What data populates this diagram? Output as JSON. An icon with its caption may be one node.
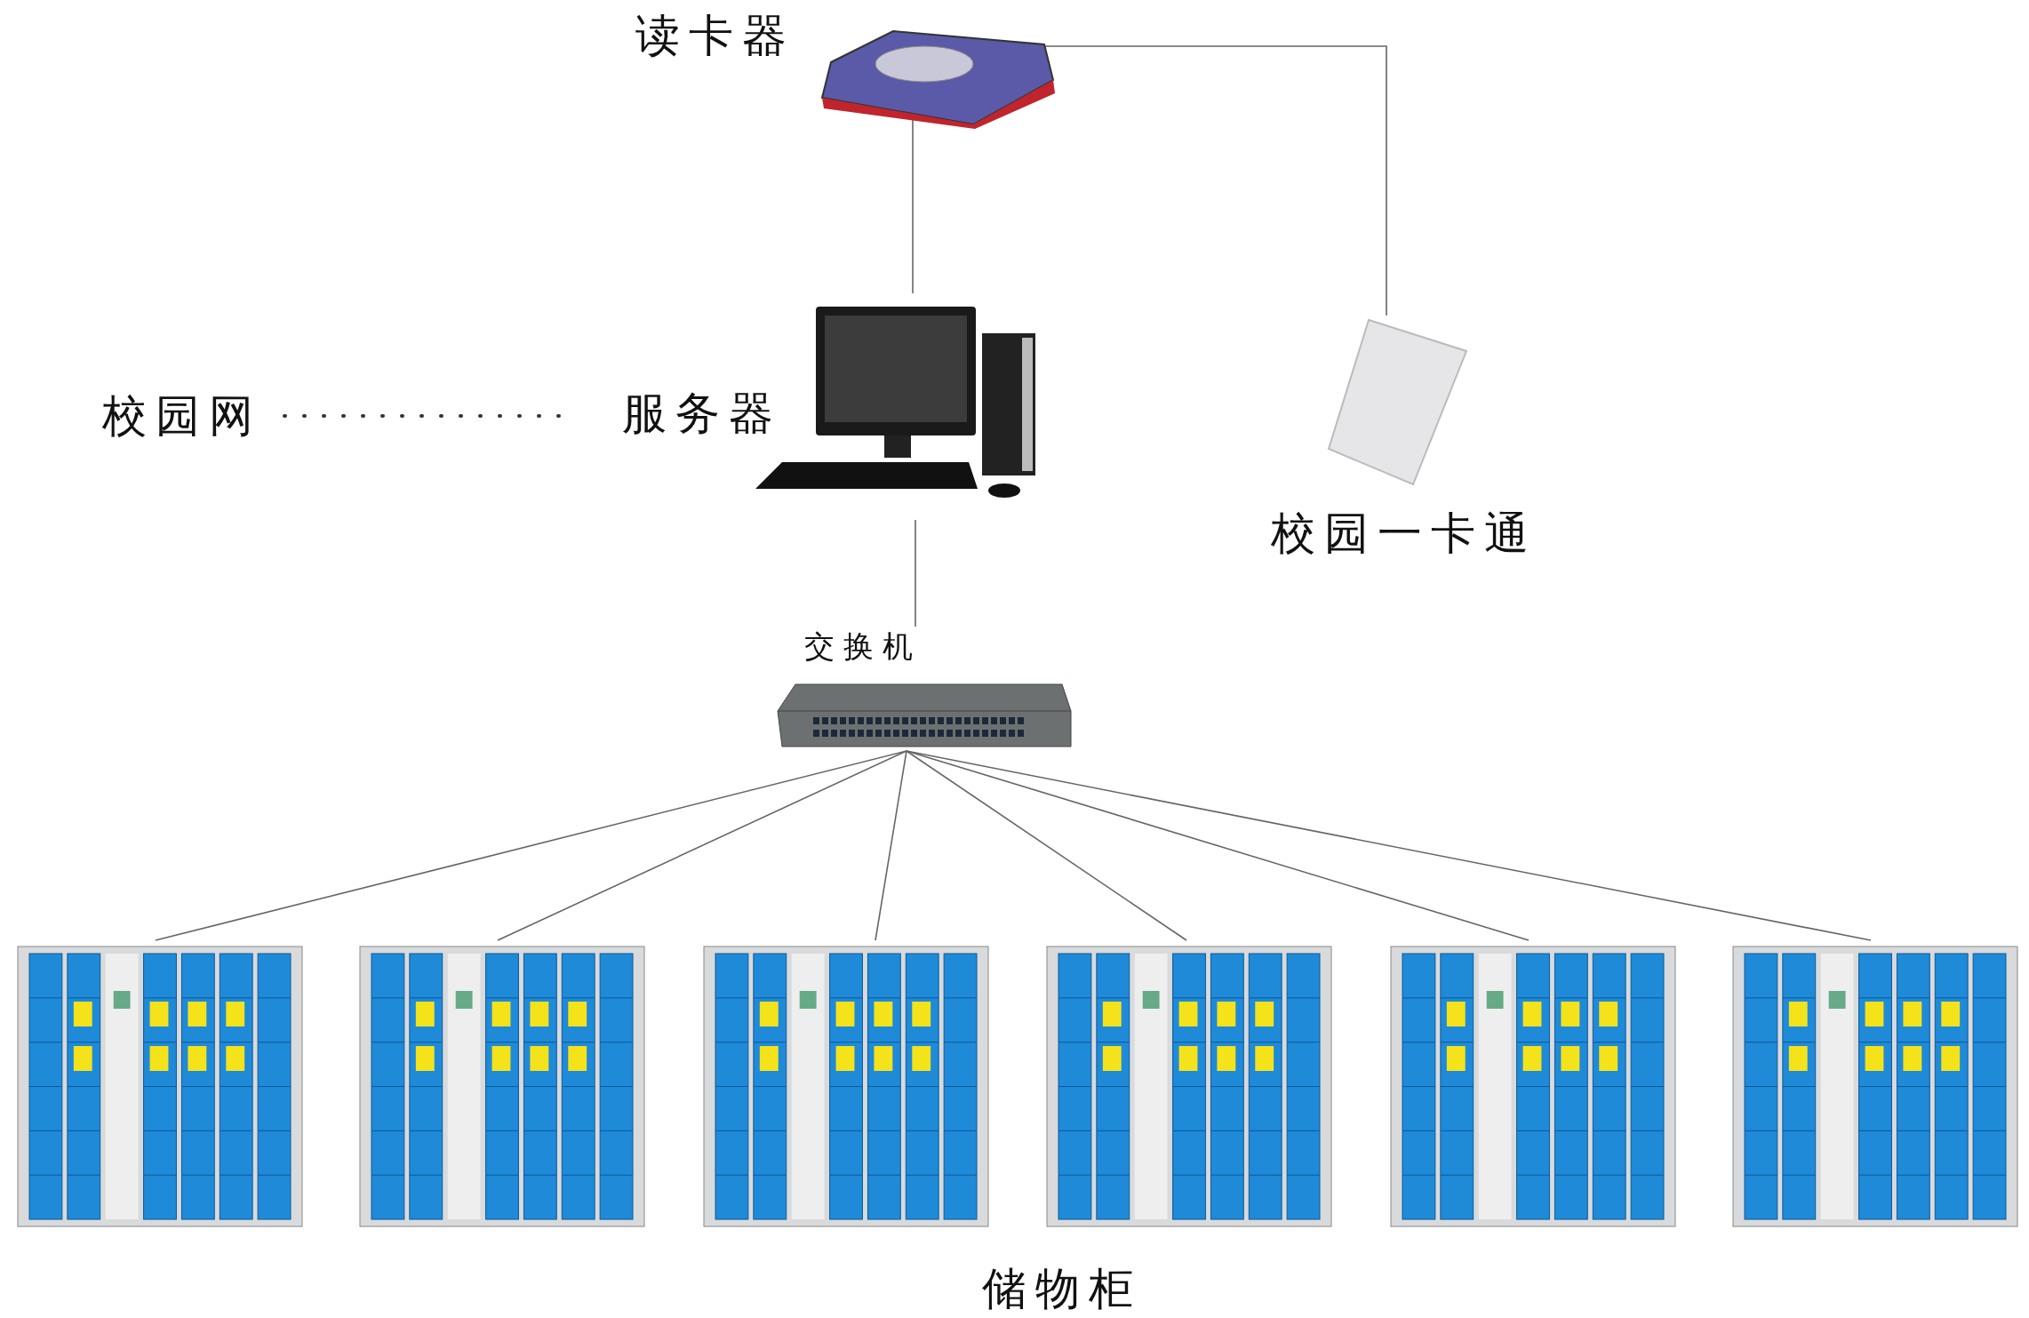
{
  "diagram": {
    "nodes": [
      {
        "text": [
          "读卡器"
        ]
      },
      {
        "text": [
          "服务器"
        ]
      },
      {
        "text": [
          "校园一卡通"
        ]
      },
      {
        "text": [
          "校园网"
        ]
      },
      {
        "text": [
          "交换机"
        ]
      },
      {
        "text": [],
        "shape": "picture"
      },
      {
        "text": [],
        "shape": "picture"
      },
      {
        "text": [],
        "shape": "picture"
      },
      {
        "text": [],
        "shape": "picture"
      },
      {
        "text": [],
        "shape": "picture"
      },
      {
        "text": [],
        "shape": "picture"
      }
    ],
    "edges": [
      {
        "from": 0,
        "to": 1,
        "arrow": "none"
      },
      {
        "from": 0,
        "to": 2,
        "arrow": "none"
      },
      {
        "from": 3,
        "to": 1,
        "arrow": "none",
        "style": "dashed"
      },
      {
        "from": 1,
        "to": 4,
        "arrow": "none"
      },
      {
        "from": 4,
        "to": 5,
        "arrow": "none"
      },
      {
        "from": 4,
        "to": 6,
        "arrow": "none"
      },
      {
        "from": 4,
        "to": 7,
        "arrow": "none"
      },
      {
        "from": 4,
        "to": 8,
        "arrow": "none"
      },
      {
        "from": 4,
        "to": 9,
        "arrow": "none"
      },
      {
        "from": 4,
        "to": 10,
        "arrow": "none"
      }
    ],
    "labels": [
      "储物柜"
    ]
  }
}
